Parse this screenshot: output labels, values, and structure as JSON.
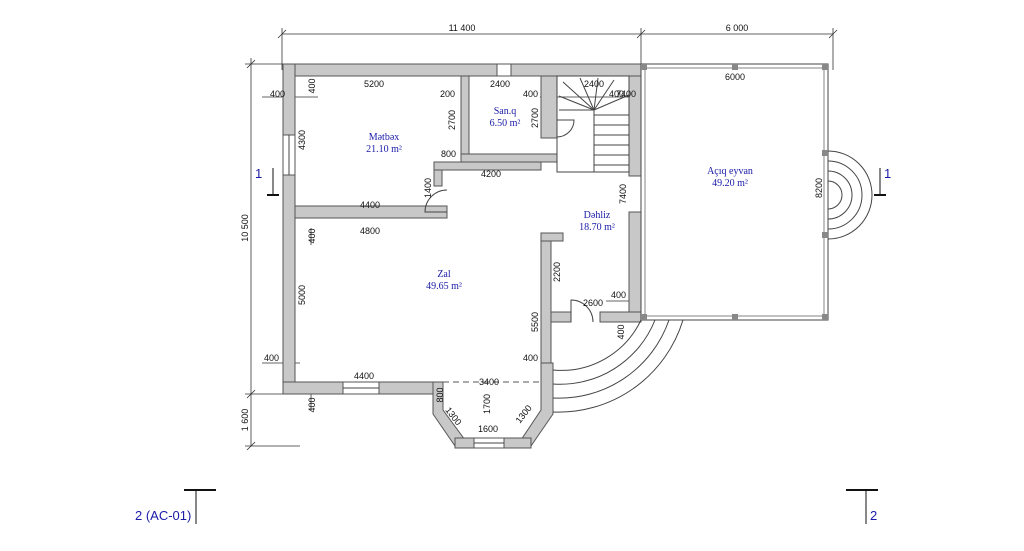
{
  "rooms": {
    "metbex": {
      "name": "Mətbəx",
      "area": "21.10 m²"
    },
    "sanq": {
      "name": "San.q",
      "area": "6.50 m²"
    },
    "dehliz": {
      "name": "Dəhliz",
      "area": "18.70 m²"
    },
    "zal": {
      "name": "Zal",
      "area": "49.65 m²"
    },
    "eyvan": {
      "name": "Açıq eyvan",
      "area": "49.20 m²"
    }
  },
  "dims": {
    "top_main": "11 400",
    "top_right": "6 000",
    "left_total": "10 500",
    "left_bottom": "1 600",
    "d5200": "5200",
    "d2400a": "2400",
    "d2400b": "2400",
    "d6000": "6000",
    "d400_tl": "400",
    "d400_top": "400",
    "d400_stair": "400",
    "d200": "200",
    "d400_sq": "400",
    "d7400a": "7400",
    "d4300": "4300",
    "d2700a": "2700",
    "d2700b": "2700",
    "d800a": "800",
    "d4200": "4200",
    "d1400": "1400",
    "d7400b": "7400",
    "d8200": "8200",
    "d4400a": "4400",
    "d4800": "4800",
    "d400_mid": "400",
    "d2200": "2200",
    "d5000": "5000",
    "d2600": "2600",
    "d400_x": "400",
    "d400_y": "400",
    "d5500": "5500",
    "d400_l": "400",
    "d400_r": "400",
    "d4400b": "4400",
    "d3400": "3400",
    "d800b": "800",
    "d1700": "1700",
    "d1300a": "1300",
    "d1300b": "1300",
    "d400_b": "400",
    "d1600": "1600"
  },
  "sections": {
    "s1_left": "1",
    "s1_right": "1",
    "s2_left": "2 (AC-01)",
    "s2_right": "2"
  }
}
